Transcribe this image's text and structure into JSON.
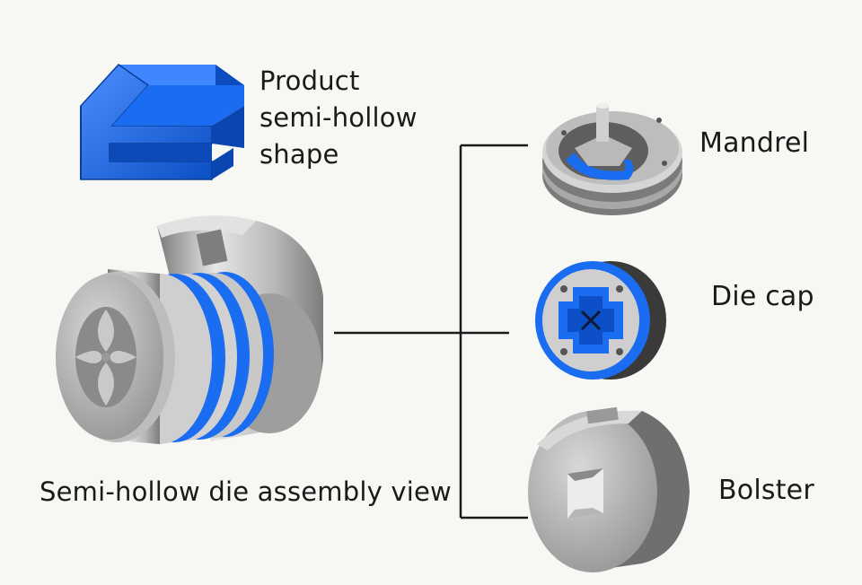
{
  "labels": {
    "product": [
      "Product",
      "semi-hollow",
      "shape"
    ],
    "assembly": "Semi-hollow die assembly view",
    "mandrel": "Mandrel",
    "die_cap": "Die cap",
    "bolster": "Bolster"
  },
  "colors": {
    "accent_blue": "#1a6cf0",
    "steel_light": "#d9d9d9",
    "steel_dark": "#6f6f6f",
    "connector": "#1a1a1a",
    "background": "#f7f7f4"
  }
}
